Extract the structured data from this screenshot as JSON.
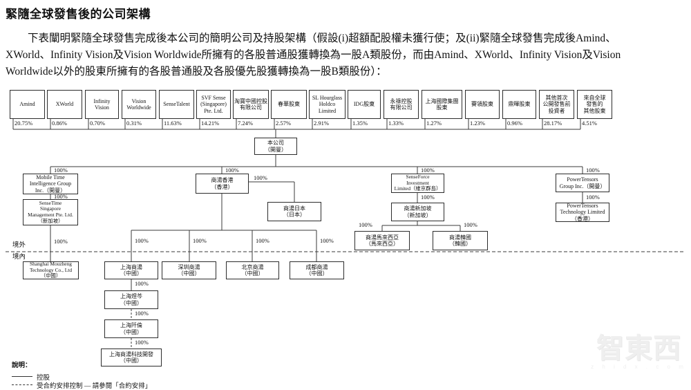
{
  "header": {
    "title": "緊隨全球發售後的公司架構"
  },
  "intro": {
    "line1": "下表闡明緊隨全球發售完成後本公司的簡明公司及持股架構（假設(i)超額配股權未獲行使；及(ii)緊隨全球發售完成後Amind、",
    "line2": "XWorld、Infinity Vision及Vision Worldwide所擁有的各股普通股獲轉換為一股A類股份，而由Amind、XWorld、Infinity Vision及Vision",
    "line3": "Worldwide以外的股東所擁有的各股普通股及各股優先股獲轉換為一股B類股份）："
  },
  "labels": {
    "pct100": "100%",
    "offshore": "境外",
    "onshore": "境內"
  },
  "shareholders": [
    {
      "name": "Amind",
      "pct": "20.75%"
    },
    {
      "name": "XWorld",
      "pct": "0.86%"
    },
    {
      "name": "Infinity\nVision",
      "pct": "0.70%"
    },
    {
      "name": "Vision\nWorldwide",
      "pct": "0.31%"
    },
    {
      "name": "SenseTalent",
      "pct": "11.63%"
    },
    {
      "name": "SVF Sense\n(Singapore)\nPte. Ltd.",
      "pct": "14.21%"
    },
    {
      "name": "淘寶中國控股\n有限公司",
      "pct": "7.24%"
    },
    {
      "name": "春華股東",
      "pct": "2.57%"
    },
    {
      "name": "SL Hourglass\nHoldco\nLimited",
      "pct": "2.91%"
    },
    {
      "name": "IDG股東",
      "pct": "1.35%"
    },
    {
      "name": "永祿控股\n有限公司",
      "pct": "1.33%"
    },
    {
      "name": "上海國際集團\n股東",
      "pct": "1.27%"
    },
    {
      "name": "賽領股東",
      "pct": "1.23%"
    },
    {
      "name": "鼎暉股東",
      "pct": "0.96%"
    },
    {
      "name": "其他首次\n公開發售前\n投資者",
      "pct": "28.17%"
    },
    {
      "name": "來自全球\n發售的\n其他股東",
      "pct": "4.51%"
    }
  ],
  "entities": {
    "company": "本公司\n（開曼）",
    "mobile_time": "Mobile Time\nIntelligence Group\nInc.（開曼）",
    "sensetime_sg_mgmt": "SenseTime\nSingapore\nManagement Pte. Ltd.\n（新加坡）",
    "shanghai_mouzheng": "Shanghai Mouzheng\nTechnology Co., Ltd\n（中國）",
    "shangtang_hk": "商湯香港\n（香港）",
    "shangtang_japan": "商湯日本\n（日本）",
    "senseforce": "SenseForce\nInvestment\nLimited（維京群島）",
    "shangtang_sg": "商湯新加坡\n（新加坡）",
    "shangtang_malaysia": "商湯馬來西亞\n（馬來西亞）",
    "shangtang_korea": "商湯韓國\n（韓國）",
    "powertensors_group": "PowerTensors\nGroup Inc.（開曼）",
    "powertensors_tech": "PowerTensors\nTechnology Limited\n（香港）",
    "shanghai_shangtang": "上海商湯\n（中國）",
    "shenzhen_shangtang": "深圳商湯\n（中國）",
    "beijing_shangtang": "北京商湯\n（中國）",
    "chengdu_shangtang": "成都商湯\n（中國）",
    "shanghai_yuqin": "上海煜芩\n（中國）",
    "shanghai_qianlun": "上海阡倫\n（中國）",
    "shanghai_shangtang_tech_dev": "上海商湯科技開發\n（中國）"
  },
  "legend": {
    "heading": "說明：",
    "solid": "控股",
    "dashed": "受合約安排控制 — 請參閱「合約安排」"
  },
  "watermark": {
    "logo": "智東西",
    "domain": "z h i d x . c o m"
  }
}
